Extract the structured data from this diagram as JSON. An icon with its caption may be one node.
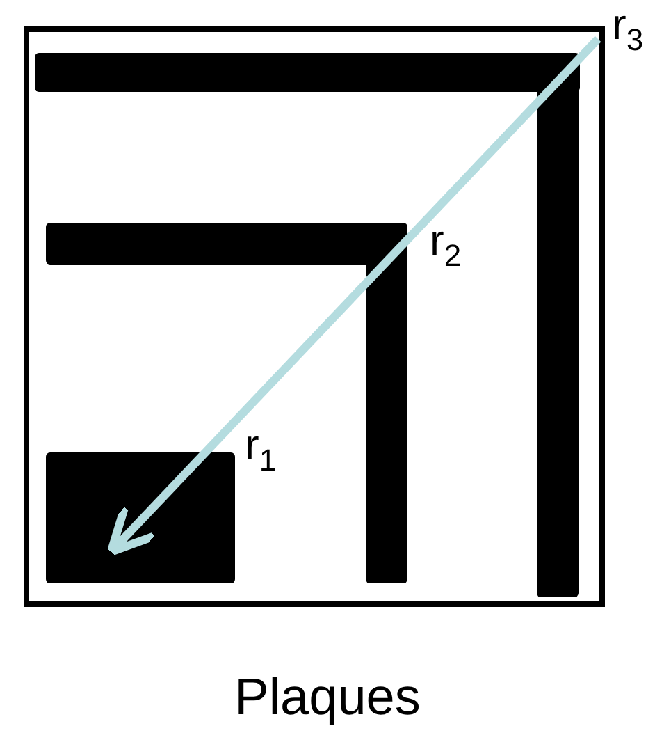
{
  "diagram": {
    "caption": "Plaques",
    "labels": [
      "r$_{3}$",
      "r$_{2}$",
      "r$_{1}$"
    ]
  }
}
